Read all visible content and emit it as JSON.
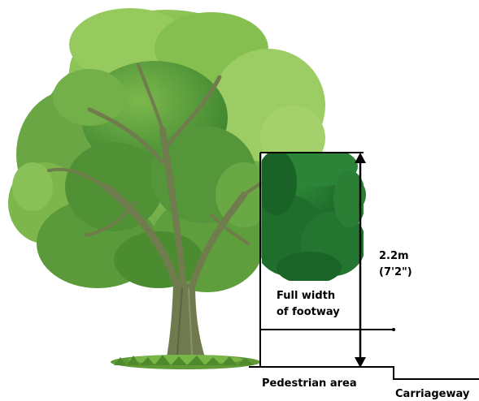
{
  "diagram": {
    "clearance_height": "2.2m",
    "clearance_height_imperial": "(7'2\")",
    "footway_label_line1": "Full width",
    "footway_label_line2": "of footway",
    "pedestrian_label": "Pedestrian area",
    "carriageway_label": "Carriageway"
  },
  "colors": {
    "foliage_dark": "#1e6b2a",
    "foliage_mid": "#4f9a3a",
    "foliage_light": "#88c058",
    "trunk": "#6f7a4e",
    "line": "#000000"
  }
}
